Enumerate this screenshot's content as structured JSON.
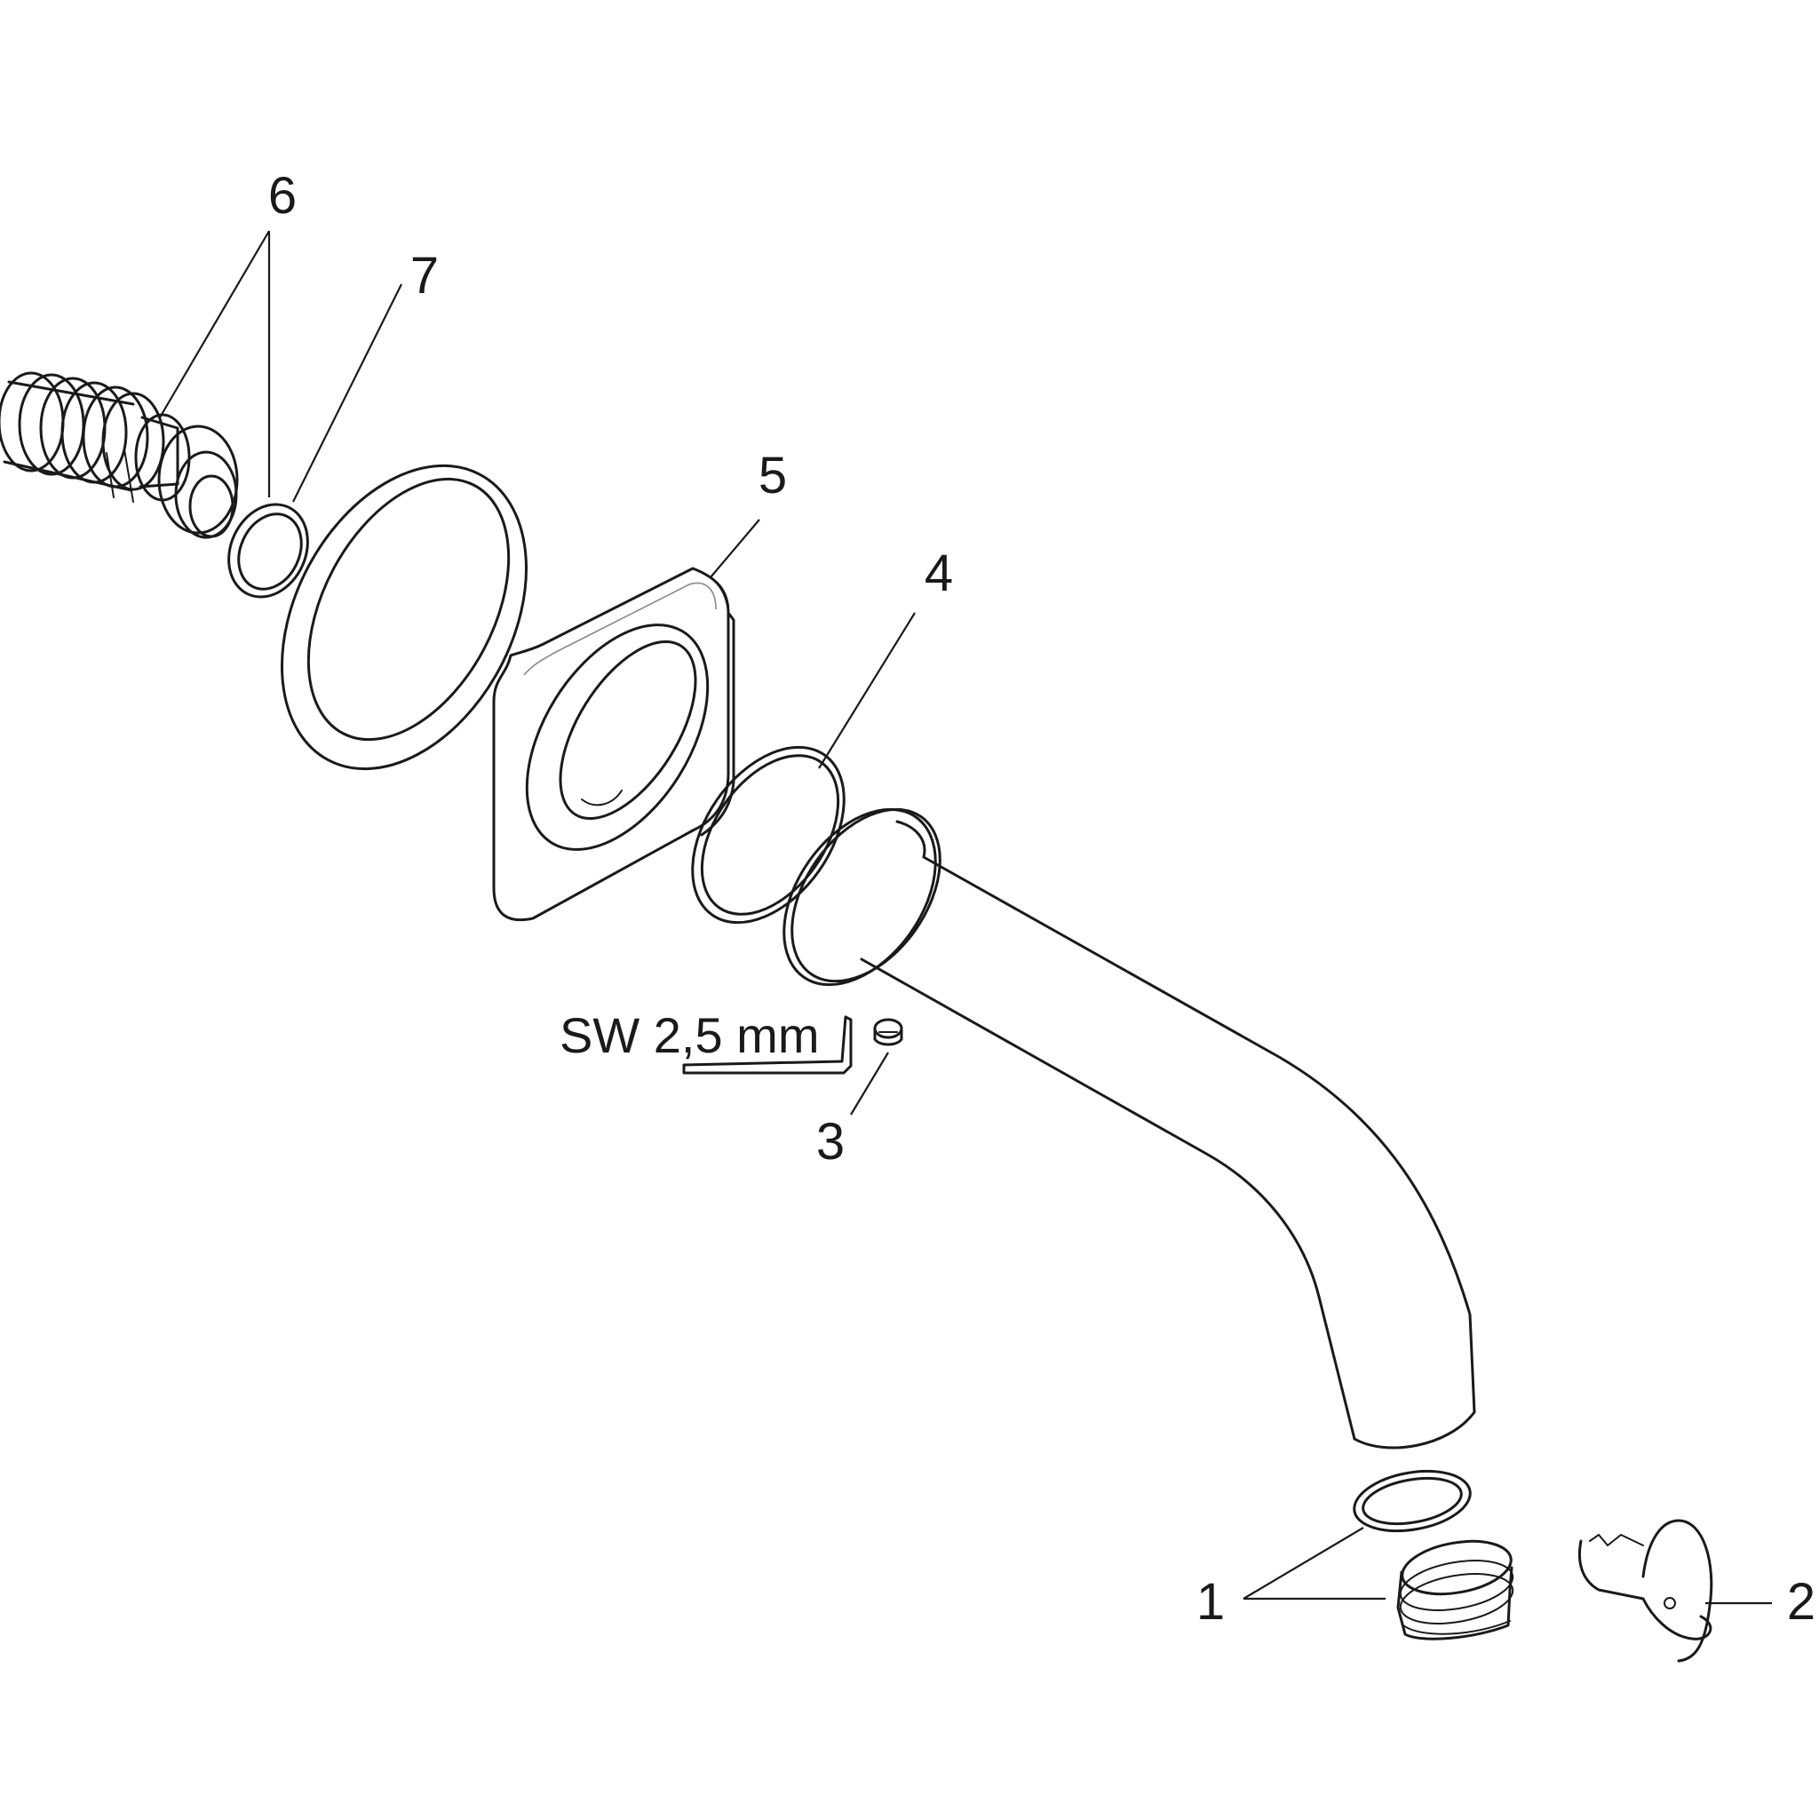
{
  "callouts": {
    "p1": "1",
    "p2": "2",
    "p3": "3",
    "p4": "4",
    "p5": "5",
    "p6": "6",
    "p7": "7"
  },
  "tool_note": "SW 2,5 mm"
}
